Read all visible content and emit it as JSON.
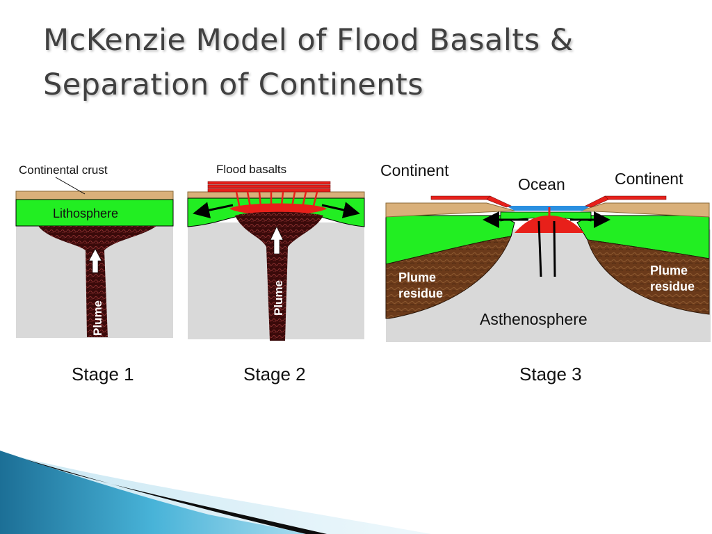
{
  "slide": {
    "title_line1": "McKenzie Model of Flood Basalts &",
    "title_line2": "Separation of Continents"
  },
  "stage1": {
    "label": "Stage 1",
    "continental_crust": "Continental crust",
    "lithosphere": "Lithosphere",
    "plume": "Plume"
  },
  "stage2": {
    "label": "Stage 2",
    "flood_basalts": "Flood basalts",
    "plume": "Plume"
  },
  "stage3": {
    "label": "Stage 3",
    "continent_left": "Continent",
    "ocean": "Ocean",
    "continent_right": "Continent",
    "plume_residue_left_1": "Plume",
    "plume_residue_left_2": "residue",
    "plume_residue_right_1": "Plume",
    "plume_residue_right_2": "residue",
    "asthenosphere": "Asthenosphere"
  },
  "colors": {
    "title_text": "#404040",
    "crust": "#d9b07a",
    "lithosphere": "#22ee22",
    "asthenosphere": "#d9d9d9",
    "plume": "#3a0a0a",
    "basalt": "#e8201a",
    "ocean": "#2a8fe0",
    "plume_residue": "#6b3a1a",
    "accent_blue": "#2a8fb8"
  }
}
